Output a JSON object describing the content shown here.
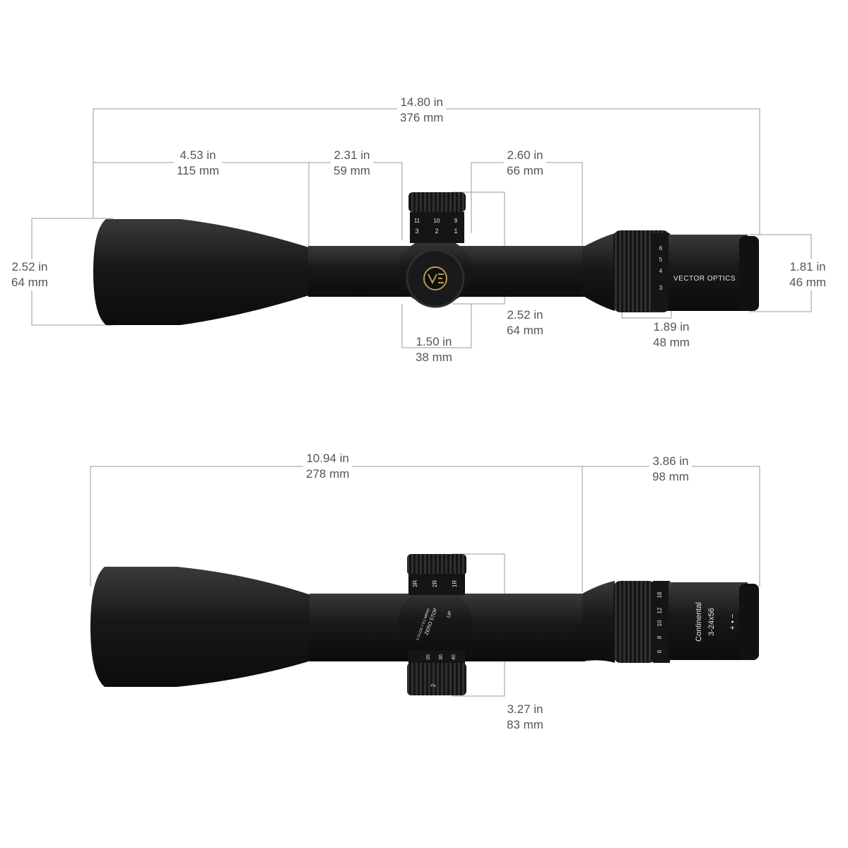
{
  "colors": {
    "dimension_line": "#9a9a9a",
    "text": "#555555",
    "scope_body": "#1d1d1f",
    "badge_gold": "#b89a55"
  },
  "top_view": {
    "overall_length": {
      "in": "14.80 in",
      "mm": "376 mm"
    },
    "objective_bell_length": {
      "in": "4.53 in",
      "mm": "115 mm"
    },
    "front_tube_length": {
      "in": "2.31 in",
      "mm": "59 mm"
    },
    "rear_tube_length": {
      "in": "2.60 in",
      "mm": "66 mm"
    },
    "objective_diameter": {
      "in": "2.52 in",
      "mm": "64 mm"
    },
    "eyepiece_diameter": {
      "in": "1.81 in",
      "mm": "46 mm"
    },
    "turret_height": {
      "in": "2.52 in",
      "mm": "64 mm"
    },
    "turret_width": {
      "in": "1.50 in",
      "mm": "38 mm"
    },
    "zoom_ring_width": {
      "in": "1.89 in",
      "mm": "48 mm"
    },
    "brand_text": "VECTOR OPTICS",
    "turret_dial_numbers": [
      "11",
      "10",
      "9",
      "3",
      "2",
      "1"
    ],
    "zoom_ring_numbers": [
      "6",
      "5",
      "4",
      "3"
    ]
  },
  "bottom_view": {
    "front_length": {
      "in": "10.94 in",
      "mm": "278 mm"
    },
    "eyepiece_length": {
      "in": "3.86 in",
      "mm": "98 mm"
    },
    "turret_span": {
      "in": "3.27 in",
      "mm": "83 mm"
    },
    "model_name": "Continental",
    "model_spec": "3-24x56",
    "turret_labels": [
      "3R",
      "2R",
      "1R"
    ],
    "turret_text_1": "ZERO STOP",
    "turret_text_2": "1 CLICK = 0.1 MRAD",
    "turret_text_3": "UP",
    "zoom_ring_numbers": [
      "16",
      "12",
      "10",
      "8",
      "6"
    ],
    "diopter_marks": "+ • −",
    "lower_turret_numbers": [
      "20",
      "30",
      "40",
      "2"
    ]
  }
}
